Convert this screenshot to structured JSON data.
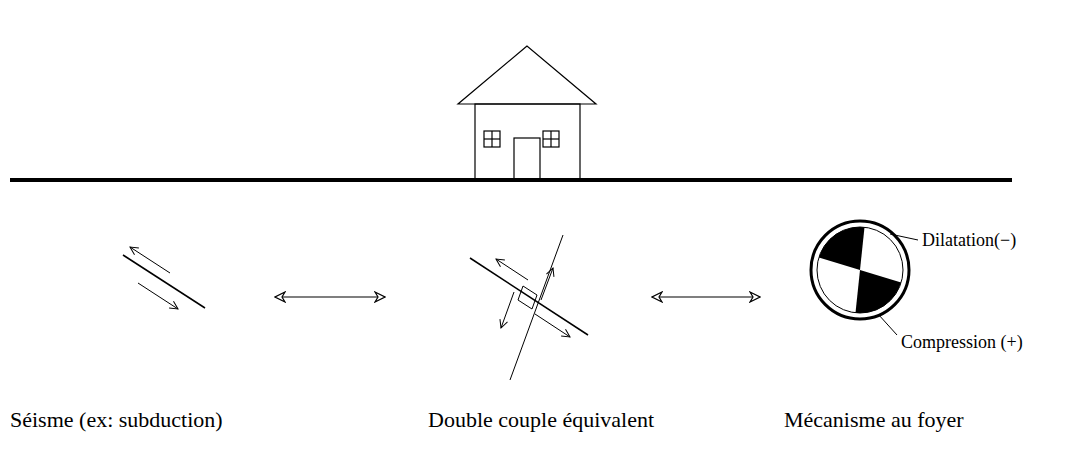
{
  "diagram": {
    "labels": [
      "Dilatation(−)",
      "Compression (+)",
      "Séisme (ex: subduction)",
      "Double couple équivalent",
      "Mécanisme au foyer"
    ]
  }
}
